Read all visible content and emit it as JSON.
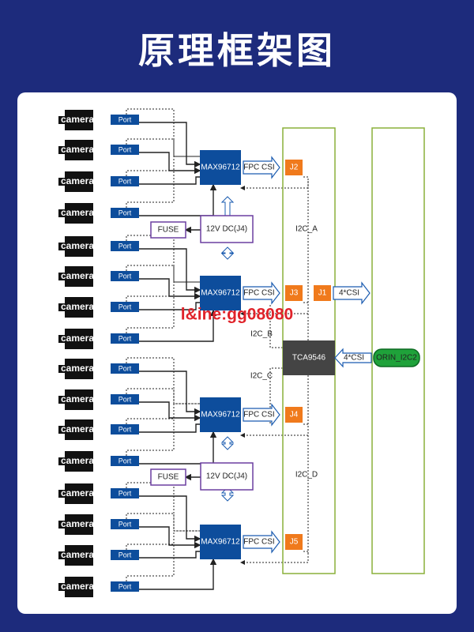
{
  "title": "原理框架图",
  "labels": {
    "camera": "camera",
    "port": "Port",
    "max": "MAX96712",
    "fpc": "FPC CSI",
    "fuse": "FUSE",
    "dc": "12V DC(J4)",
    "tca": "TCA9546",
    "csi4": "4*CSI",
    "orin": "ORIN_I2C2",
    "j1": "J1",
    "j2": "J2",
    "j3": "J3",
    "j4": "J4",
    "j5": "J5",
    "i2c_a": "I2C_A",
    "i2c_b": "I2C_B",
    "i2c_c": "I2C_C",
    "i2c_d": "I2C_D",
    "watermark": "l&ine:gg08080"
  },
  "colors": {
    "background": "#1d2b7c",
    "max_block": "#0d4d9c",
    "port": "#0d4d9c",
    "connector": "#f07a1c",
    "tca": "#444444",
    "orin": "#1fa23a",
    "rail_border": "#8ab03a",
    "fuse_border": "#6b3fa0"
  }
}
